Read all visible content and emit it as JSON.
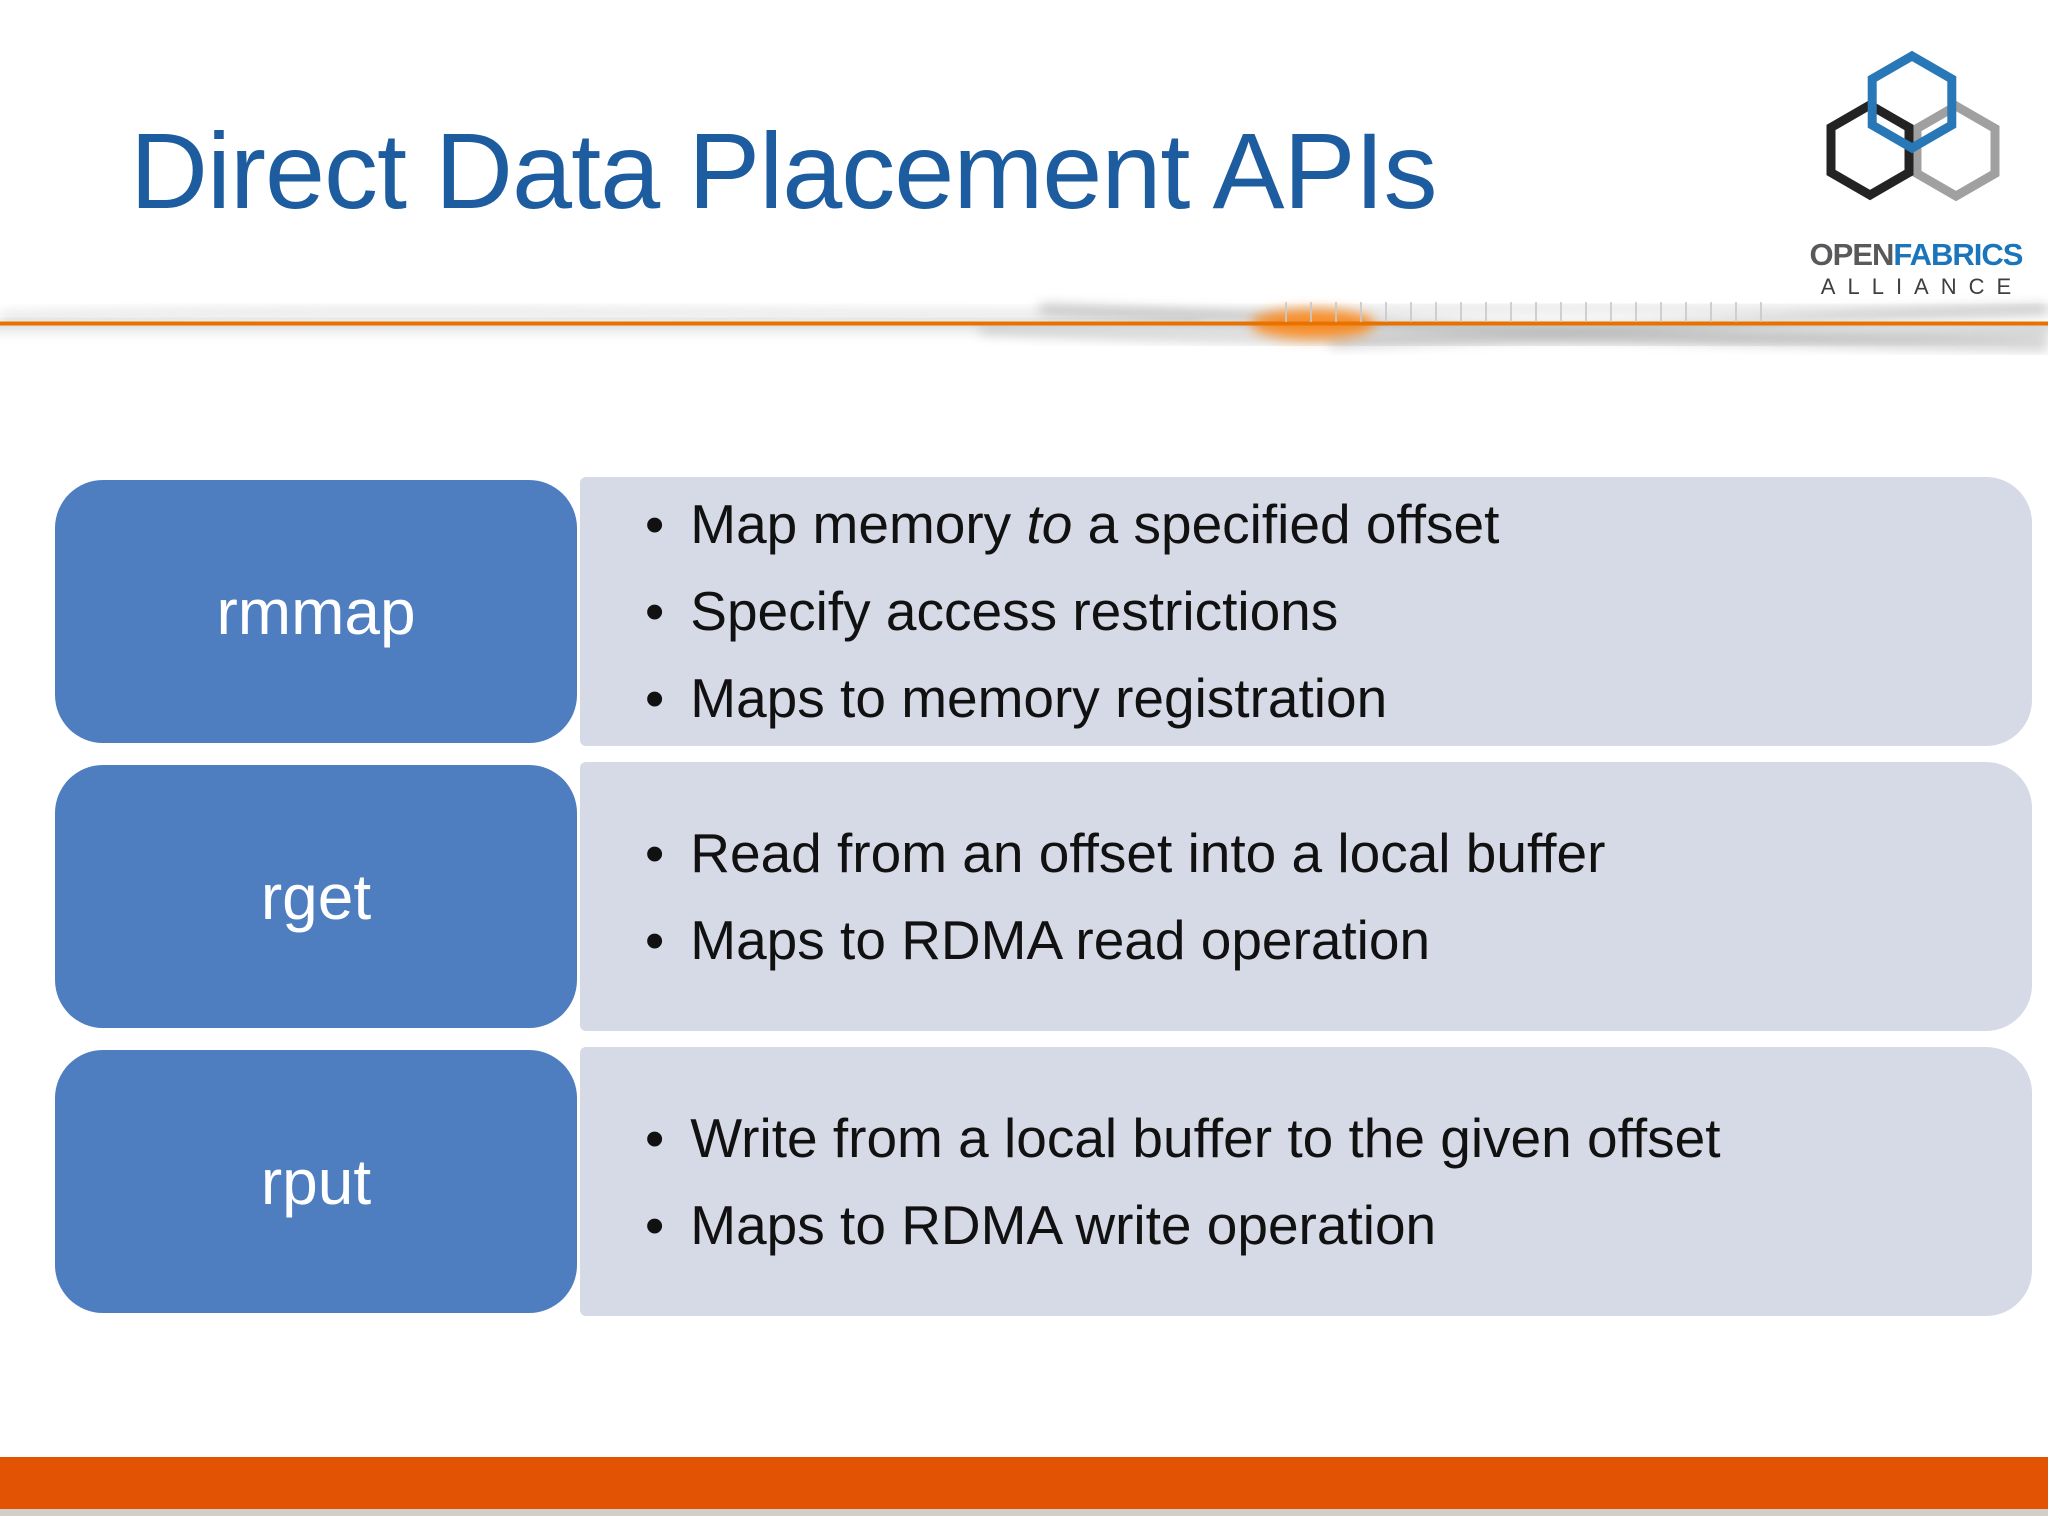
{
  "title": "Direct Data Placement APIs",
  "logo": {
    "open": "OPEN",
    "fabrics": "FABRICS",
    "alliance": "ALLIANCE"
  },
  "ui": {
    "bullet_char": "•"
  },
  "rows": [
    {
      "label": "rmmap",
      "bullets": [
        {
          "parts": [
            "Map memory ",
            "to",
            " a specified offset"
          ]
        },
        {
          "text": "Specify access restrictions"
        },
        {
          "text": "Maps to memory registration"
        }
      ]
    },
    {
      "label": "rget",
      "bullets": [
        {
          "text": "Read from an offset into a local buffer"
        },
        {
          "text": "Maps to RDMA read operation"
        }
      ]
    },
    {
      "label": "rput",
      "bullets": [
        {
          "text": "Write from a local buffer to the given offset"
        },
        {
          "text": "Maps to RDMA write operation"
        }
      ]
    }
  ],
  "colors": {
    "title_blue": "#1d5c9e",
    "box_blue": "#4e7ec0",
    "panel_gray": "#d6d9e6",
    "footer_orange": "#e25303",
    "divider_orange": "#e87200",
    "logo_blue": "#1b75bb",
    "logo_dark": "#232323",
    "logo_gray": "#a0a0a0"
  }
}
